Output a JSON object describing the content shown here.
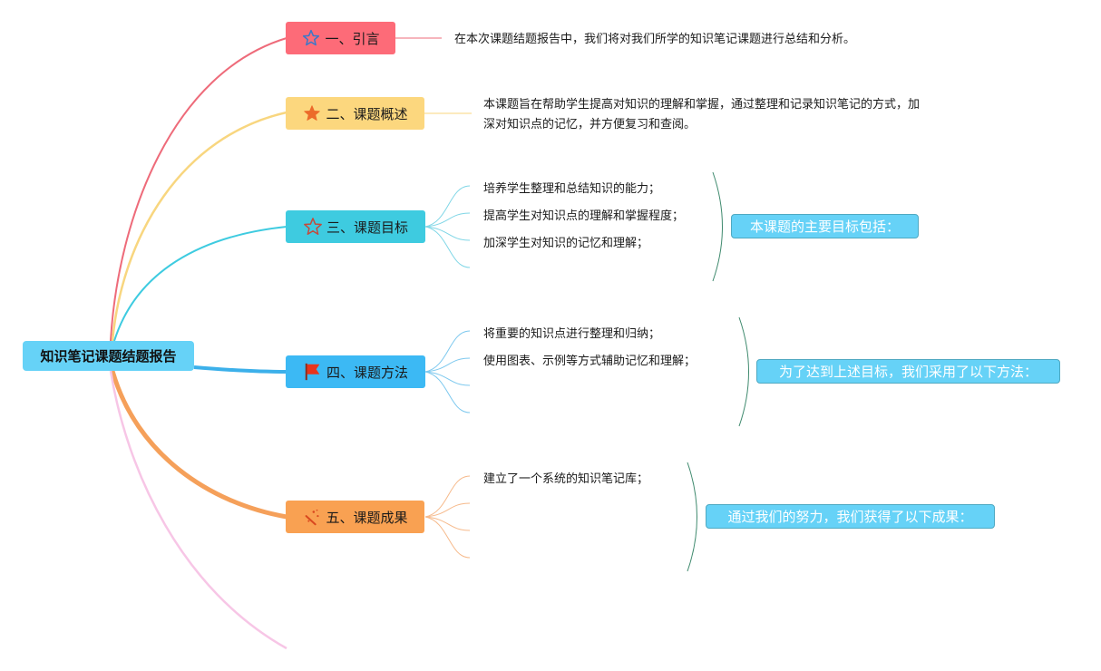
{
  "root": {
    "title": "知识笔记课题结题报告",
    "color": "#66d2f7"
  },
  "topics": [
    {
      "label": "一、引言",
      "icon": "star-outline-icon",
      "color": "#fd6b78",
      "line_color": "#ee6b7a",
      "note": "在本次课题结题报告中，我们将对我们所学的知识笔记课题进行总结和分析。"
    },
    {
      "label": "二、课题概述",
      "icon": "star-filled-icon",
      "color": "#fcd77e",
      "line_color": "#f8d67f",
      "note": "本课题旨在帮助学生提高对知识的理解和掌握，通过整理和记录知识笔记的方式，加深对知识点的记忆，并方便复习和查阅。"
    },
    {
      "label": "三、课题目标",
      "icon": "star-outline-red-icon",
      "color": "#3ecbe0",
      "line_color": "#3ecbe0",
      "leaves": [
        "培养学生整理和总结知识的能力；",
        "提高学生对知识点的理解和掌握程度；",
        "加深学生对知识的记忆和理解；",
        ""
      ],
      "summary": "本课题的主要目标包括："
    },
    {
      "label": "四、课题方法",
      "icon": "flag-icon",
      "color": "#3cb9f4",
      "line_color": "#3cb0ea",
      "leaves": [
        "将重要的知识点进行整理和归纳；",
        "使用图表、示例等方式辅助记忆和理解；",
        "",
        ""
      ],
      "summary": "为了达到上述目标，我们采用了以下方法："
    },
    {
      "label": "五、课题成果",
      "icon": "magic-wand-icon",
      "color": "#f9a152",
      "line_color": "#f5a05a",
      "leaves": [
        "建立了一个系统的知识笔记库；",
        "",
        "",
        ""
      ],
      "summary": "通过我们的努力，我们获得了以下成果："
    }
  ],
  "dangling_branch_color": "#f7c6e6",
  "bracket_color": "#3f8a6e"
}
